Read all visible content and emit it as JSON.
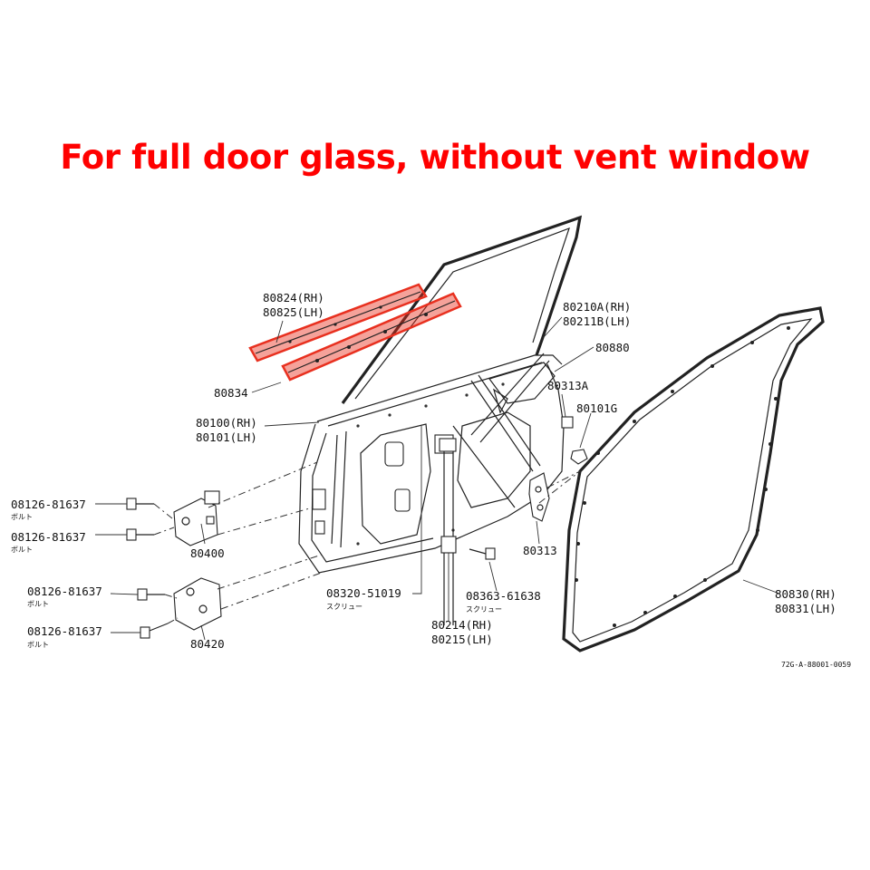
{
  "headline": {
    "text": "For full door glass, without vent window",
    "color": "#ff0000"
  },
  "highlight_color": "#e8301f",
  "labels": {
    "l80824": "80824(RH)",
    "l80825": "80825(LH)",
    "l80834": "80834",
    "l80100": "80100(RH)",
    "l80101": "80101(LH)",
    "l80210A": "80210A(RH)",
    "l80211B": "80211B(LH)",
    "l80880": "80880",
    "l80313A": "80313A",
    "l80101G": "80101G",
    "l80313": "80313",
    "l80400": "80400",
    "l80420": "80420",
    "l80830": "80830(RH)",
    "l80831": "80831(LH)",
    "l80214": "80214(RH)",
    "l80215": "80215(LH)",
    "l08320": "08320-51019",
    "l08363": "08363-61638",
    "bolt1": "08126-81637",
    "bolt2": "08126-81637",
    "bolt3": "08126-81637",
    "bolt4": "08126-81637",
    "jp_bolt1": "ボルト",
    "jp_bolt2": "ボルト",
    "jp_bolt3": "ボルト",
    "jp_bolt4": "ボルト",
    "jp_screw1": "スクリュー",
    "jp_screw2": "スクリュー",
    "ref_code": "72G-A-88001-0059"
  }
}
